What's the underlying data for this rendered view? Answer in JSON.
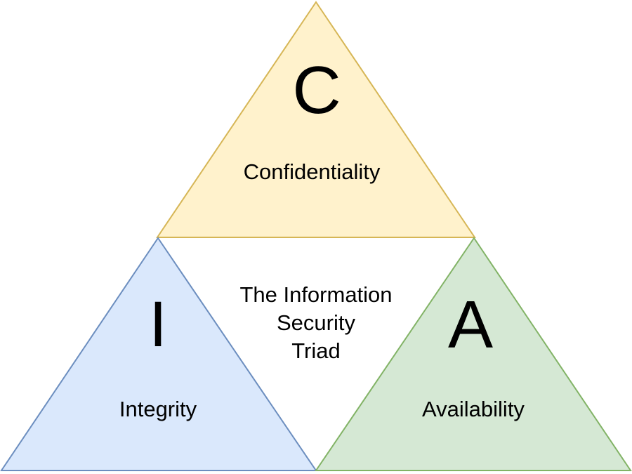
{
  "diagram": {
    "background_color": "#ffffff",
    "text_color": "#000000",
    "center_title": {
      "lines": [
        "The Information",
        "Security",
        "Triad"
      ]
    },
    "sections": [
      {
        "letter": "C",
        "label": "Confidentiality",
        "fill": "#FFF2CC",
        "stroke": "#D6B656"
      },
      {
        "letter": "I",
        "label": "Integrity",
        "fill": "#DAE8FC",
        "stroke": "#6C8EBF"
      },
      {
        "letter": "A",
        "label": "Availability",
        "fill": "#D5E8D4",
        "stroke": "#82B366"
      }
    ]
  }
}
